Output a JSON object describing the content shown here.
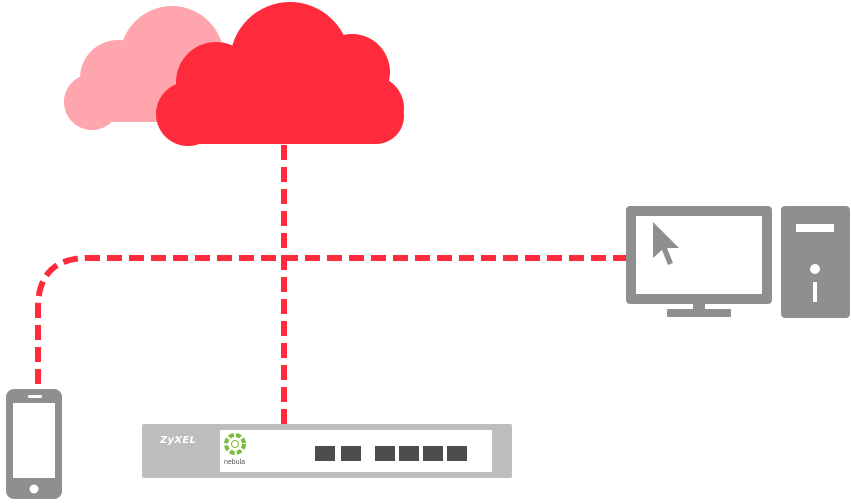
{
  "colors": {
    "cloud_primary": "#FF2A3B",
    "cloud_secondary": "#FFA5AE",
    "connection_line": "#FF2A3B",
    "device_gray": "#8F8F8F",
    "appliance_body": "#BDBDBD",
    "appliance_panel": "#FFFFFF",
    "port": "#4D4D4D",
    "brand_text": "#FFFFFF",
    "nebula_text": "#555555",
    "nebula_logo": "#7DBB3C"
  },
  "icons": {
    "cloud_back": "cloud-icon",
    "cloud_front": "cloud-icon",
    "phone": "smartphone-icon",
    "computer": "desktop-computer-icon",
    "cursor": "mouse-cursor-icon",
    "appliance": "network-switch-icon",
    "nebula_logo": "nebula-logo-icon"
  },
  "appliance": {
    "brand": "ZyXEL",
    "product_label": "nebula",
    "port_count": 6
  }
}
